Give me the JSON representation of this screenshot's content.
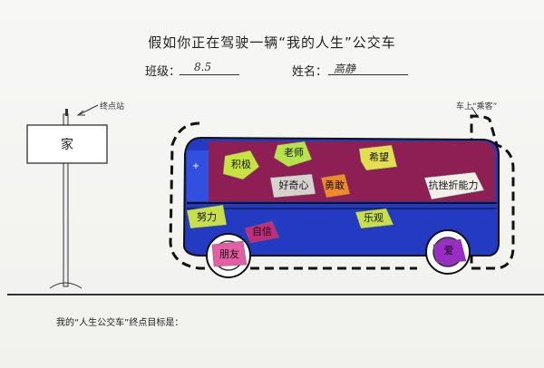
{
  "worksheet": {
    "title": "假如你正在驾驶一辆“我的人生”公交车",
    "class_label": "班级：",
    "class_value": "8.5",
    "name_label": "姓名：",
    "name_value": "高静",
    "terminal_callout": "终点站",
    "terminal_sign_text": "家",
    "passengers_callout": "车上“乘客”",
    "footer_prompt": "我的“人生公交车”终点目标是："
  },
  "passengers": [
    {
      "label": "积极",
      "color": "#c7e342"
    },
    {
      "label": "老师",
      "color": "#b7e24a"
    },
    {
      "label": "希望",
      "color": "#e3de4e"
    },
    {
      "label": "好奇心",
      "color": "#d8d2cf"
    },
    {
      "label": "勇敢",
      "color": "#f08a26"
    },
    {
      "label": "抗挫折能力",
      "color": "#f3efe9"
    },
    {
      "label": "努力",
      "color": "#c7e04a"
    },
    {
      "label": "自信",
      "color": "#c12d7b"
    },
    {
      "label": "乐观",
      "color": "#c7e04a"
    },
    {
      "label": "朋友",
      "color": "#e35ea3"
    },
    {
      "label": "爱",
      "color": "#9a2bc7"
    }
  ],
  "colors": {
    "bus_top": "#8e1f55",
    "bus_bottom": "#2a45d6",
    "outline": "#111111"
  }
}
